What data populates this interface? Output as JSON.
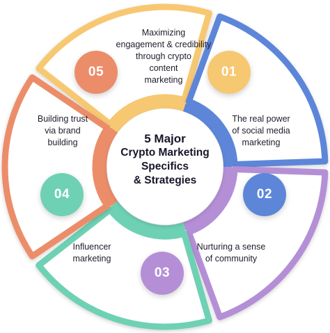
{
  "title_lines": [
    "5 Major",
    "Crypto Marketing",
    "Specifics",
    "& Strategies"
  ],
  "segments": [
    {
      "number": "01",
      "text": "Maximizing\nengagement & credibility\nthrough crypto\ncontent\nmarketing",
      "color": "#f7c872"
    },
    {
      "number": "02",
      "text": "The real power\nof social media\nmarketing",
      "color": "#5d86d9"
    },
    {
      "number": "03",
      "text": "Nurturing a sense\nof community",
      "color": "#b48fd6"
    },
    {
      "number": "04",
      "text": "Influencer\nmarketing",
      "color": "#6ed1b3"
    },
    {
      "number": "05",
      "text": "Building trust\nvia brand\nbuilding",
      "color": "#ec8d6a"
    }
  ]
}
